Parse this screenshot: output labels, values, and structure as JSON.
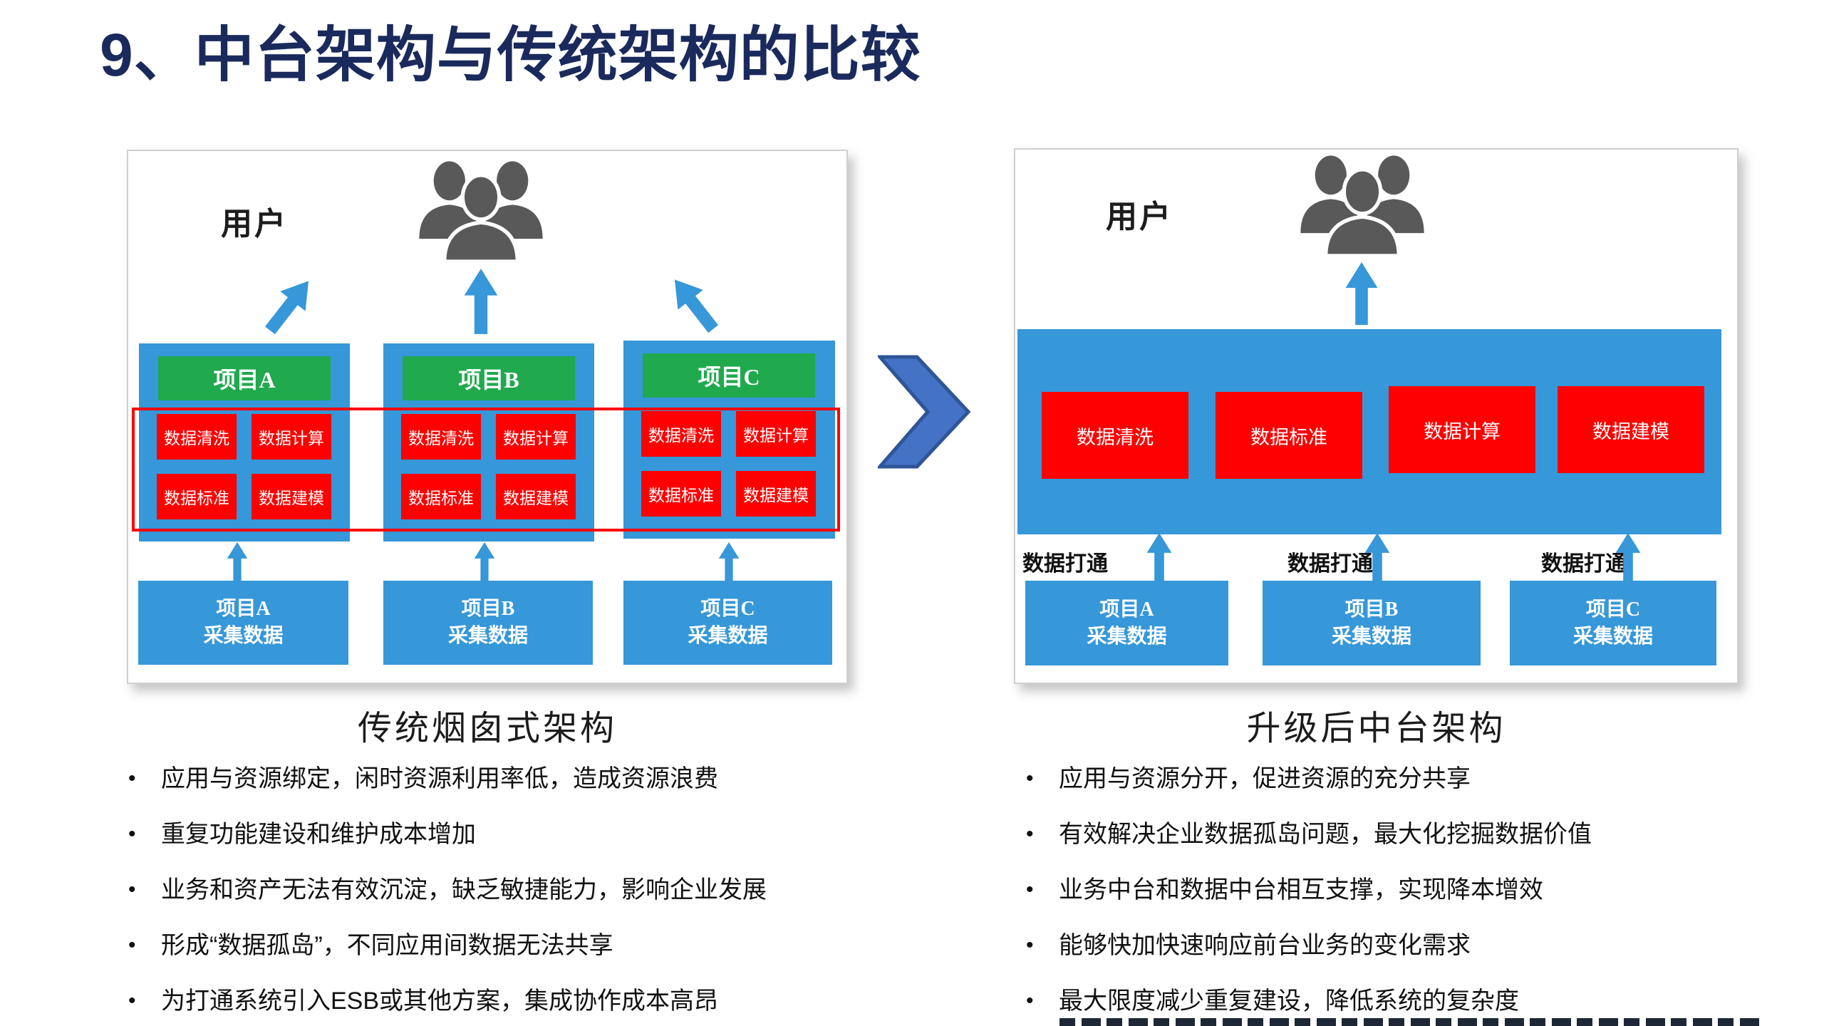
{
  "bullet_marker": "•",
  "slide": {
    "title": "9、中台架构与传统架构的比较"
  },
  "left_panel": {
    "user_label": "用户",
    "caption": "传统烟囱式架构",
    "project_headers": [
      "项目A",
      "项目B",
      "项目C"
    ],
    "modules": [
      "数据清洗",
      "数据计算",
      "数据标准",
      "数据建模"
    ],
    "sources": [
      "项目A\n采集数据",
      "项目B\n采集数据",
      "项目C\n采集数据"
    ],
    "bullets": [
      "应用与资源绑定，闲时资源利用率低，造成资源浪费",
      "重复功能建设和维护成本增加",
      "业务和资产无法有效沉淀，缺乏敏捷能力，影响企业发展",
      "形成“数据孤岛”，不同应用间数据无法共享",
      "为打通系统引入ESB或其他方案，集成协作成本高昂"
    ]
  },
  "right_panel": {
    "user_label": "用户",
    "caption": "升级后中台架构",
    "modules": [
      "数据清洗",
      "数据标准",
      "数据计算",
      "数据建模"
    ],
    "link_label": "数据打通",
    "sources": [
      "项目A\n采集数据",
      "项目B\n采集数据",
      "项目C\n采集数据"
    ],
    "bullets": [
      "应用与资源分开，促进资源的充分共享",
      "有效解决企业数据孤岛问题，最大化挖掘数据价值",
      "业务中台和数据中台相互支撑，实现降本增效",
      "能够快加快速响应前台业务的变化需求",
      "最大限度减少重复建设，降低系统的复杂度"
    ]
  },
  "colors": {
    "title_navy": "#1A2A5C",
    "box_blue": "#3697D9",
    "header_green": "#21A94E",
    "module_red": "#FE0000",
    "highlight_red": "#FF0000",
    "chevron_fill": "#4472C4",
    "chevron_border": "#2F5597",
    "people_gray": "#595959"
  }
}
